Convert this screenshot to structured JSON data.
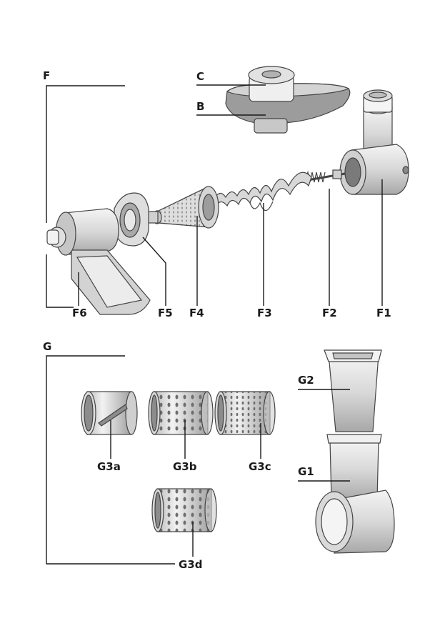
{
  "labels": {
    "F": "F",
    "C": "C",
    "B": "B",
    "F1": "F1",
    "F2": "F2",
    "F3": "F3",
    "F4": "F4",
    "F5": "F5",
    "F6": "F6",
    "G": "G",
    "G1": "G1",
    "G2": "G2",
    "G3a": "G3a",
    "G3b": "G3b",
    "G3c": "G3c",
    "G3d": "G3d"
  },
  "colors": {
    "line": "#1a1a1a",
    "part_fill": "#e6e6e6",
    "part_dark": "#9a9a9a",
    "part_mid": "#c4c4c4"
  }
}
